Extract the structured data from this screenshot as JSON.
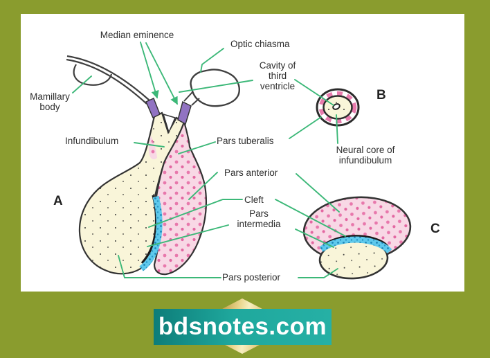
{
  "figure": {
    "labels": {
      "median_eminence": "Median eminence",
      "optic_chiasma": "Optic chiasma",
      "cavity": {
        "line1": "Cavity of",
        "line2": "third",
        "line3": "ventricle"
      },
      "mamillary": {
        "line1": "Mamillary",
        "line2": "body"
      },
      "infundibulum": "Infundibulum",
      "pars_tuberalis": "Pars tuberalis",
      "neural_core": {
        "line1": "Neural core of",
        "line2": "infundibulum"
      },
      "pars_anterior": "Pars anterior",
      "cleft": "Cleft",
      "pars_intermedia": {
        "line1": "Pars",
        "line2": "intermedia"
      },
      "pars_posterior": "Pars posterior",
      "section_a": "A",
      "section_b": "B",
      "section_c": "C"
    },
    "colors": {
      "background": "#8a9c2e",
      "panel": "#ffffff",
      "leader_line": "#3cb878",
      "outline": "#333333",
      "pars_anterior_fill": "#f8d8e5",
      "pars_anterior_dots": "#e878ac",
      "neural_tissue_fill": "#f9f5d9",
      "pars_intermedia_fill": "#5ec9ec",
      "median_eminence_fill": "#9173c2",
      "label_text": "#2d2d2d"
    }
  },
  "watermark": {
    "text": "bdsnotes.com",
    "banner_left_color": "#0d7d79",
    "banner_right_color": "#26b0a5",
    "diamond_color": "#d9b84a",
    "text_color": "#ffffff"
  }
}
